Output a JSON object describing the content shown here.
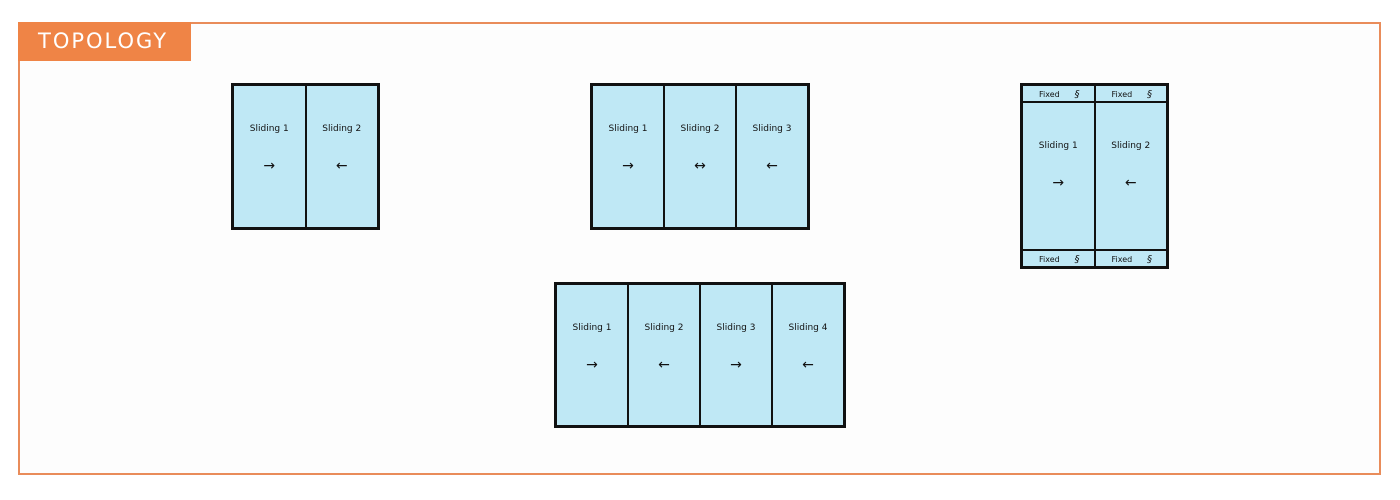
{
  "header": {
    "title": "TOPOLOGY"
  },
  "colors": {
    "accent": "#ef8446",
    "glass": "#bfe8f5",
    "frame": "#111111"
  },
  "units": [
    {
      "panes": [
        {
          "label": "Sliding 1",
          "arrow": "→"
        },
        {
          "label": "Sliding 2",
          "arrow": "←"
        }
      ]
    },
    {
      "panes": [
        {
          "label": "Sliding 1",
          "arrow": "→"
        },
        {
          "label": "Sliding 2",
          "arrow": "↔"
        },
        {
          "label": "Sliding 3",
          "arrow": "←"
        }
      ]
    },
    {
      "panes": [
        {
          "label": "Sliding 1",
          "arrow": "→",
          "fixed_top": "Fixed",
          "fixed_bottom": "Fixed"
        },
        {
          "label": "Sliding 2",
          "arrow": "←",
          "fixed_top": "Fixed",
          "fixed_bottom": "Fixed"
        }
      ]
    },
    {
      "panes": [
        {
          "label": "Sliding 1",
          "arrow": "→"
        },
        {
          "label": "Sliding 2",
          "arrow": "←"
        },
        {
          "label": "Sliding 3",
          "arrow": "→"
        },
        {
          "label": "Sliding 4",
          "arrow": "←"
        }
      ]
    }
  ]
}
